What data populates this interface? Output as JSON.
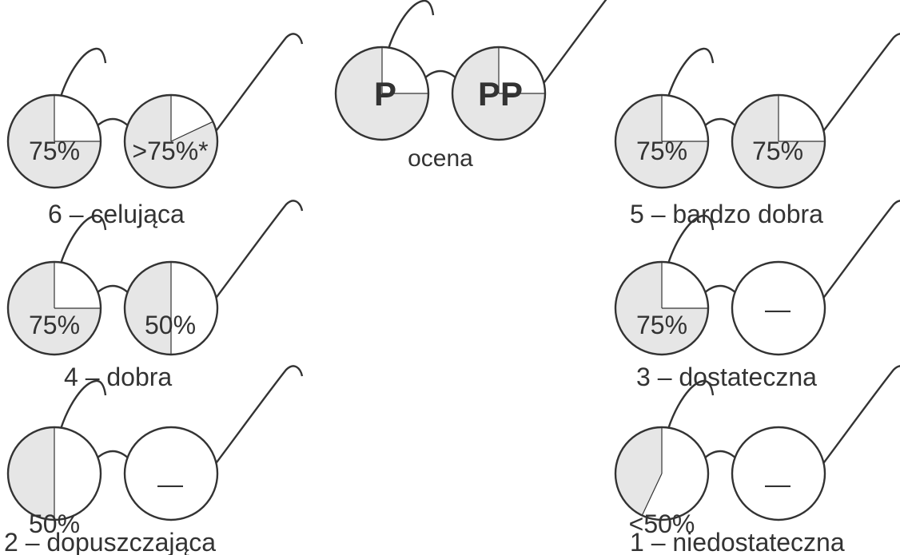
{
  "colors": {
    "stroke": "#333333",
    "fill": "#e6e6e6",
    "text": "#333333"
  },
  "header": {
    "left_lens": "P",
    "right_lens": "PP",
    "caption": "ocena"
  },
  "grades": [
    {
      "id": "6",
      "caption": "6 – celująca",
      "left": {
        "text": "75%",
        "fraction": 0.75
      },
      "right": {
        "text": ">75%*",
        "fraction": 0.82
      }
    },
    {
      "id": "5",
      "caption": "5 – bardzo dobra",
      "left": {
        "text": "75%",
        "fraction": 0.75
      },
      "right": {
        "text": "75%",
        "fraction": 0.75
      }
    },
    {
      "id": "4",
      "caption": "4 – dobra",
      "left": {
        "text": "75%",
        "fraction": 0.75
      },
      "right": {
        "text": "50%",
        "fraction": 0.5
      }
    },
    {
      "id": "3",
      "caption": "3 – dostateczna",
      "left": {
        "text": "75%",
        "fraction": 0.75
      },
      "right": {
        "text": "—",
        "fraction": 0
      }
    },
    {
      "id": "2",
      "caption": "2 – dopuszczająca",
      "left": {
        "text": "50%",
        "fraction": 0.5
      },
      "right": {
        "text": "—",
        "fraction": 0
      }
    },
    {
      "id": "1",
      "caption": "1 – niedostateczna",
      "left": {
        "text": "<50%",
        "fraction": 0.43
      },
      "right": {
        "text": "—",
        "fraction": 0
      }
    }
  ]
}
